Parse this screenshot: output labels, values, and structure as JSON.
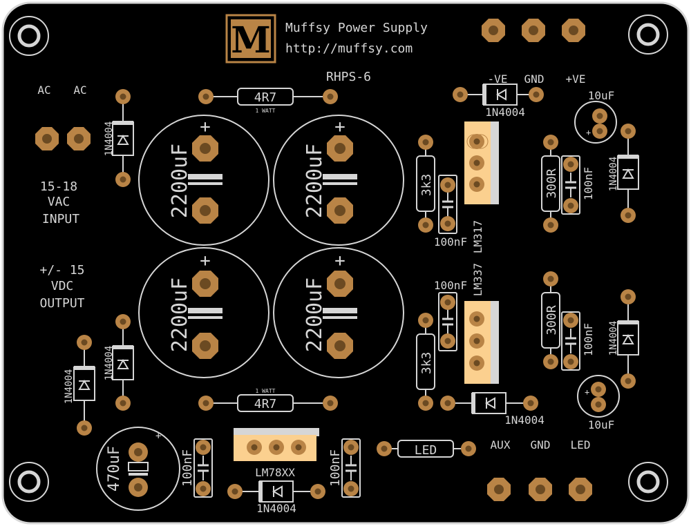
{
  "board": {
    "title": "Muffsy Power Supply",
    "url": "http://muffsy.com",
    "model": "RHPS-6",
    "logo_letter": "M",
    "colors": {
      "board": "#000000",
      "silk": "#d6d6d6",
      "copper": "#b98446",
      "pad_hole": "#6b4a22",
      "reg_body": "#fbd08f"
    }
  },
  "labels": {
    "ac1": "AC",
    "ac2": "AC",
    "input_line1": "15-18",
    "input_line2": "VAC",
    "input_line3": "INPUT",
    "output_line1": "+/- 15",
    "output_line2": "VDC",
    "output_line3": "OUTPUT",
    "neg_ve": "-VE",
    "gnd_top": "GND",
    "pos_ve": "+VE",
    "aux": "AUX",
    "gnd_bottom": "GND",
    "led_terminal": "LED"
  },
  "components": {
    "res_top": "4R7",
    "res_top_note": "1 WATT",
    "res_bottom": "4R7",
    "res_bottom_note": "1 WATT",
    "cap_big": "2200uF",
    "cap_470": "470uF",
    "cap_10uf": "10uF",
    "cap_100nf": "100nF",
    "res_3k3": "3k3",
    "res_300r": "300R",
    "diode": "1N4004",
    "reg_pos": "LM317",
    "reg_neg": "LM337",
    "reg_78xx": "LM78XX",
    "led": "LED",
    "plus": "+"
  }
}
